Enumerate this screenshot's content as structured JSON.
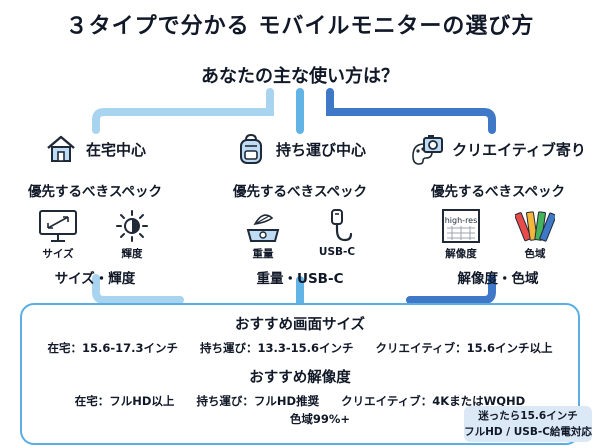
{
  "title": "３タイプで分かる モバイルモニターの選び方",
  "question": "あなたの主な使い方は？",
  "types": [
    {
      "name": "在宅中心",
      "icon": "house-icon",
      "priority_label": "優先するべきスペック",
      "specs": [
        {
          "label": "サイズ",
          "icon": "monitor-size-icon"
        },
        {
          "label": "輝度",
          "icon": "brightness-sun-icon"
        }
      ],
      "summary": "サイズ・輝度"
    },
    {
      "name": "持ち運び中心",
      "icon": "backpack-icon",
      "priority_label": "優先するべきスペック",
      "specs": [
        {
          "label": "重量",
          "icon": "weight-scale-icon"
        },
        {
          "label": "USB-C",
          "icon": "usb-c-cable-icon"
        }
      ],
      "summary": "重量・USB-C"
    },
    {
      "name": "クリエイティブ寄り",
      "icon": "camera-palette-icon",
      "priority_label": "優先するべきスペック",
      "specs": [
        {
          "label": "解像度",
          "icon": "high-res-icon",
          "icon_text": "high-res"
        },
        {
          "label": "色域",
          "icon": "color-swatch-icon"
        }
      ],
      "summary": "解像度・色域"
    }
  ],
  "recommend": {
    "size_heading": "おすすめ画面サイズ",
    "size_items": [
      "在宅：15.6-17.3インチ",
      "持ち運び：13.3-15.6インチ",
      "クリエイティブ：15.6インチ以上"
    ],
    "res_heading": "おすすめ解像度",
    "res_items": [
      "在宅：フルHD以上",
      "持ち運び：フルHD推奨",
      "クリエイティブ：4KまたはWQHD"
    ],
    "res_extra": "色域99%+"
  },
  "badge": {
    "line1": "迷ったら15.6インチ",
    "line2": "フルHD / USB-C給電対応"
  },
  "colors": {
    "line_light": "#a8d4f0",
    "line_mid": "#62b3e6",
    "line_dark": "#3f78c7",
    "panel_border": "#5aaee3",
    "badge_bg": "#dbe9f7",
    "icon_stroke": "#1f2937",
    "icon_fill": "#bfdcf5"
  }
}
